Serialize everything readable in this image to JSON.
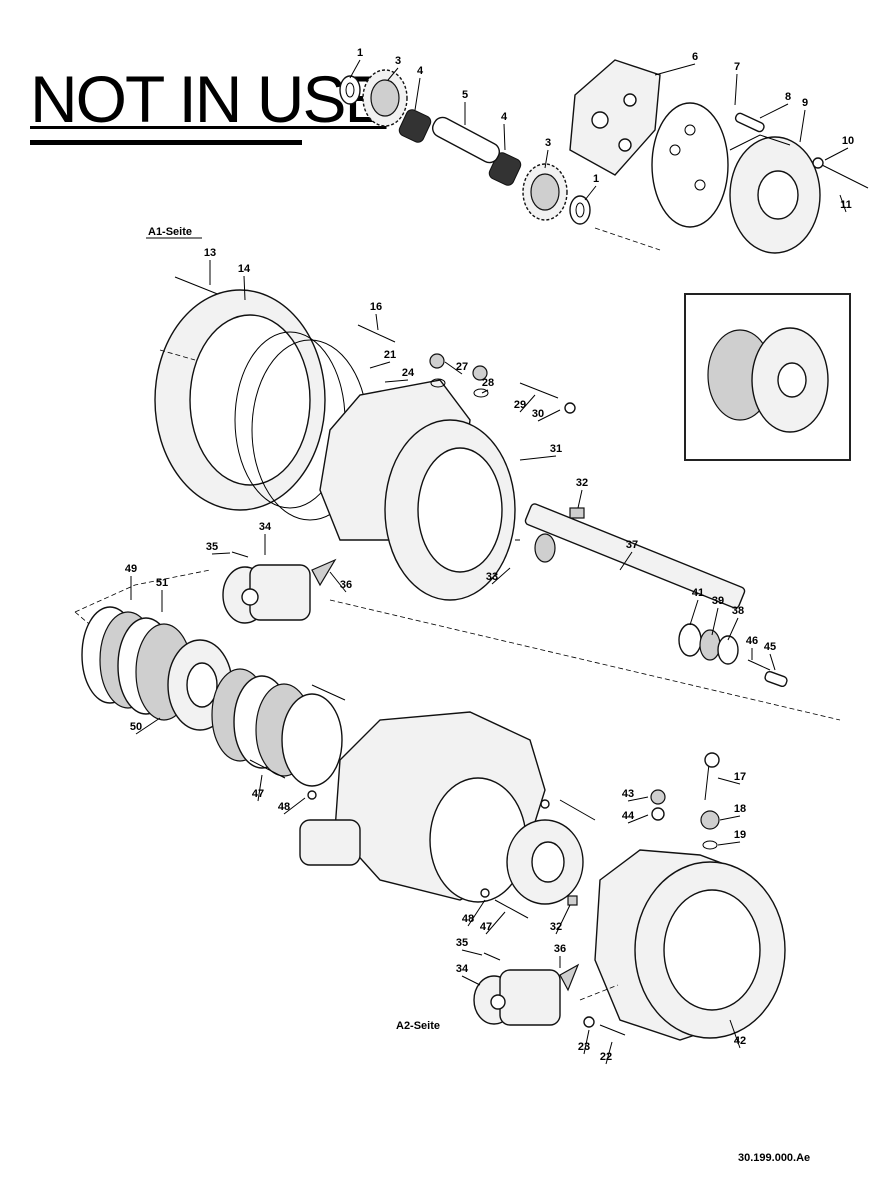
{
  "stamp": "NOT IN USE",
  "side_labels": {
    "a1": "A1-Seite",
    "a2": "A2-Seite"
  },
  "reference": "30.199.000.Ae",
  "callouts": [
    "1",
    "3",
    "4",
    "5",
    "4",
    "3",
    "1",
    "6",
    "7",
    "8",
    "9",
    "10",
    "11",
    "13",
    "14",
    "16",
    "21",
    "24",
    "27",
    "28",
    "29",
    "30",
    "31",
    "32",
    "33",
    "34",
    "35",
    "36",
    "37",
    "41",
    "39",
    "38",
    "46",
    "45",
    "49",
    "51",
    "50",
    "47",
    "48",
    "43",
    "44",
    "17",
    "18",
    "19",
    "48",
    "47",
    "32",
    "35",
    "36",
    "34",
    "23",
    "22",
    "42"
  ]
}
